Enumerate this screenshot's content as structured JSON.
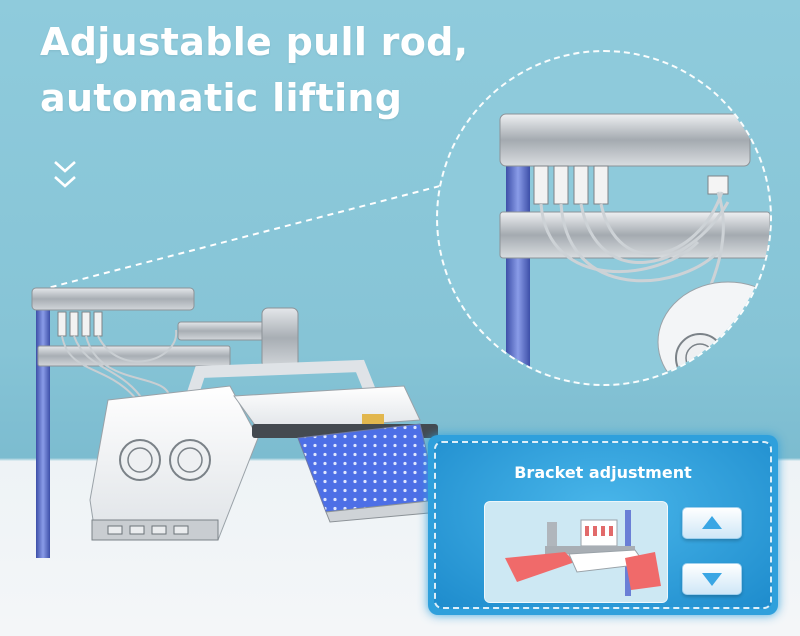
{
  "headline": {
    "line1": "Adjustable pull rod,",
    "line2": "automatic lifting"
  },
  "scroll_hint_icon": "double-chevron-down-icon",
  "panel": {
    "title": "Bracket adjustment",
    "up_icon": "arrow-up-icon",
    "down_icon": "arrow-down-icon"
  },
  "colors": {
    "background": "#8fcbdc",
    "floor": "#f4f6f8",
    "panel_blue": "#2fa0dc",
    "arrow_blue": "#3aa6e4",
    "pole_blue": "#6a7fd6",
    "led_blue": "#5d7cf0",
    "led_red": "#f06a6a"
  }
}
